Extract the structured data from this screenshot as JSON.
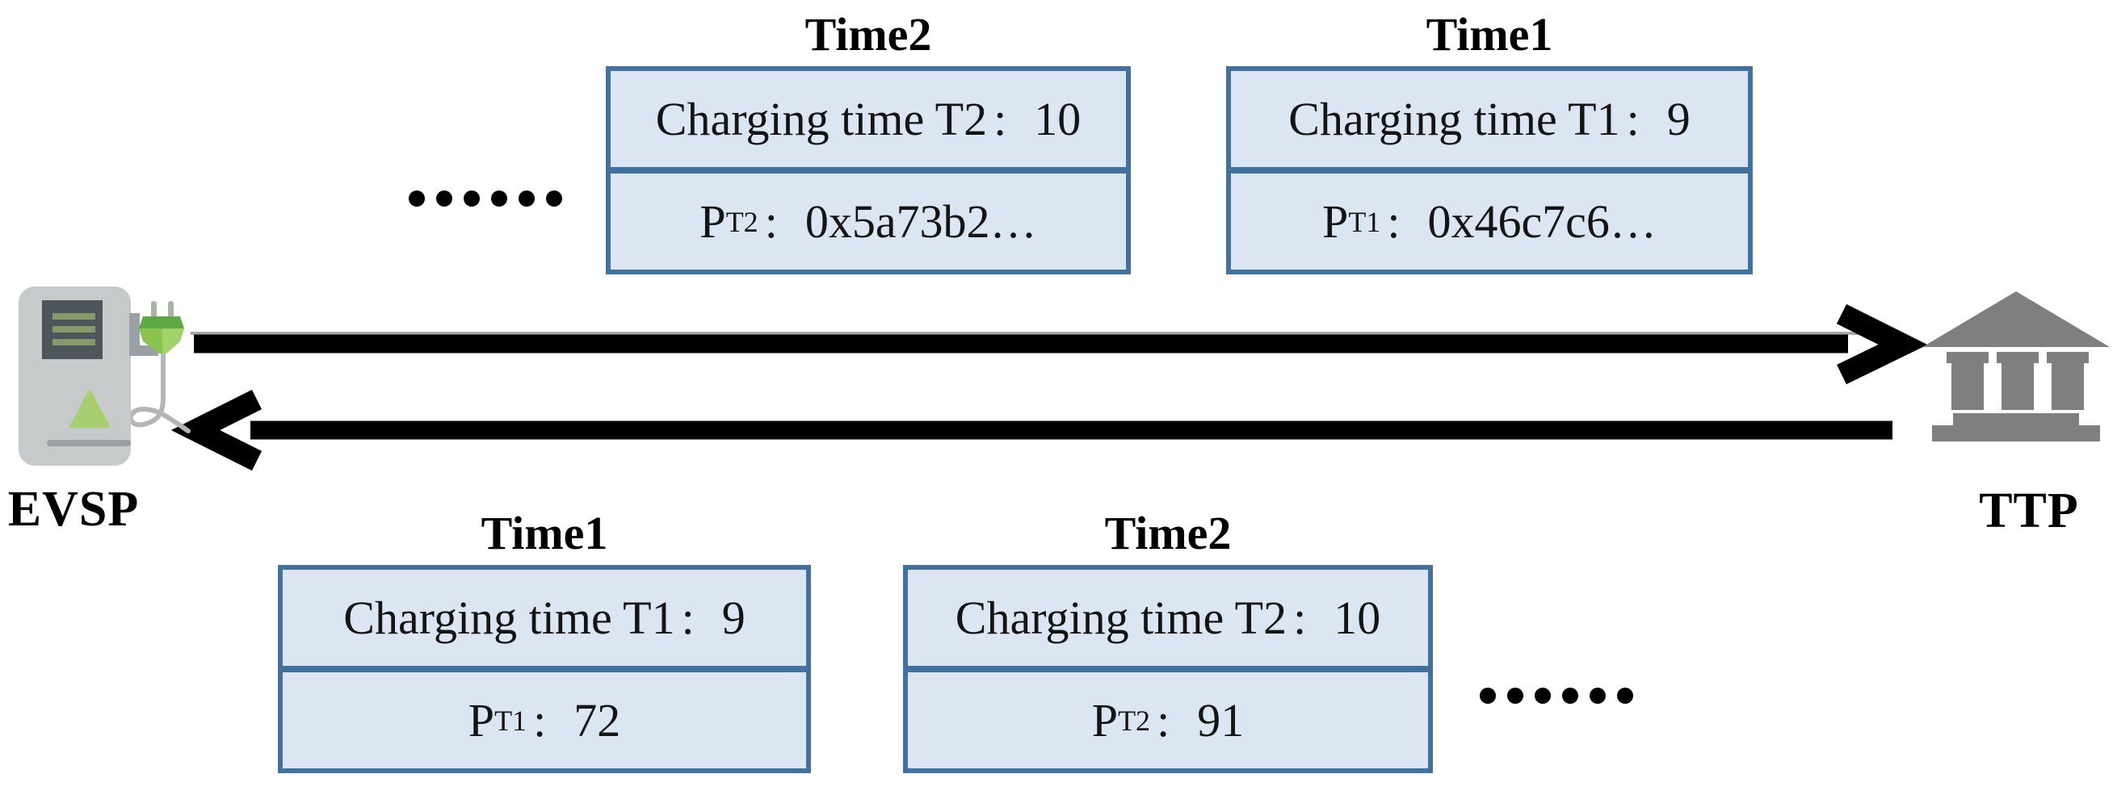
{
  "entities": {
    "evsp": {
      "label": "EVSP"
    },
    "ttp": {
      "label": "TTP"
    }
  },
  "top_flow": {
    "direction": "EVSP to TTP",
    "dots_count": 6,
    "boxes": [
      {
        "title": "Time2",
        "line1_label": "Charging time T2",
        "line1_colon": ":",
        "line1_value": "10",
        "p_base": "P",
        "p_sub": "T2",
        "line2_colon": ":",
        "line2_value": "0x5a73b2…"
      },
      {
        "title": "Time1",
        "line1_label": "Charging time T1",
        "line1_colon": ":",
        "line1_value": "9",
        "p_base": "P",
        "p_sub": "T1",
        "line2_colon": ":",
        "line2_value": "0x46c7c6…"
      }
    ]
  },
  "bottom_flow": {
    "direction": "TTP to EVSP",
    "dots_count": 6,
    "boxes": [
      {
        "title": "Time1",
        "line1_label": "Charging time T1",
        "line1_colon": ":",
        "line1_value": "9",
        "p_base": "P",
        "p_sub": "T1",
        "line2_colon": ":",
        "line2_value": "72"
      },
      {
        "title": "Time2",
        "line1_label": "Charging time T2",
        "line1_colon": ":",
        "line1_value": "10",
        "p_base": "P",
        "p_sub": "T2",
        "line2_colon": ":",
        "line2_value": "91"
      }
    ]
  },
  "colors": {
    "box_fill": "#dce6f2",
    "box_border": "#41719c",
    "arrow_black": "#000000",
    "guide_gray": "#a8a8a8",
    "bank_gray": "#7f7f7f",
    "station_body_gray": "#c6cacb",
    "station_screen": "#4e565c",
    "screen_line_olive": "#87986a",
    "triangle_green": "#a7ce6f",
    "plug_green": "#8ac44f",
    "plug_green_light": "#a2d36b",
    "plug_green_dark": "#5da946",
    "cable_gray": "#b5b5b5",
    "text": "#141414"
  }
}
